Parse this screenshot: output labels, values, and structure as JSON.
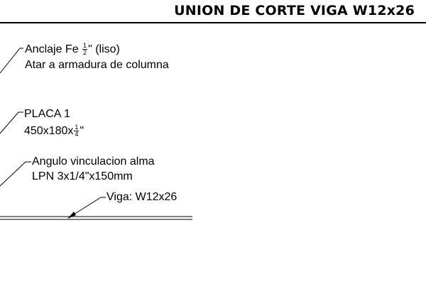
{
  "title": "UNION DE CORTE VIGA W12x26",
  "labels": {
    "anclaje": {
      "line1_pre": "Anclaje Fe ",
      "frac_num": "1",
      "frac_den": "2",
      "line1_post": "\" (liso)",
      "line2": "Atar a armadura de columna"
    },
    "placa": {
      "line1": "PLACA 1",
      "line2_pre": "450x180x",
      "frac_num": "1",
      "frac_den": "4",
      "line2_post": "\""
    },
    "angulo": {
      "line1": "Angulo vinculacion alma",
      "line2": "LPN 3x1/4\"x150mm"
    },
    "viga": {
      "line1": "Viga: W12x26"
    }
  }
}
